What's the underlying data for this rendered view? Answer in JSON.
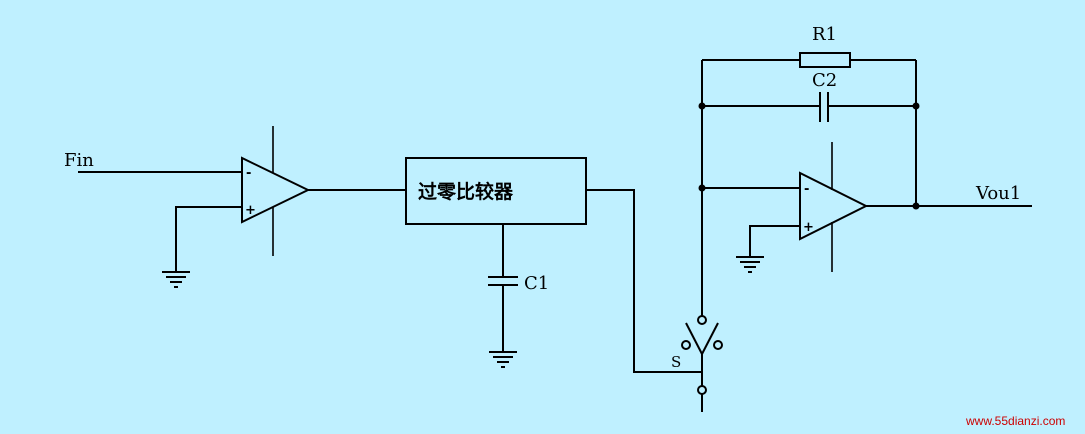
{
  "labels": {
    "fin": "Fin",
    "vout": "Vou1",
    "r1": "R1",
    "c2": "C2",
    "c1": "C1",
    "switch": "S",
    "comparator": "过零比较器",
    "opamp_minus": "-",
    "opamp_plus": "+",
    "watermark": "www.55dianzi.com"
  }
}
